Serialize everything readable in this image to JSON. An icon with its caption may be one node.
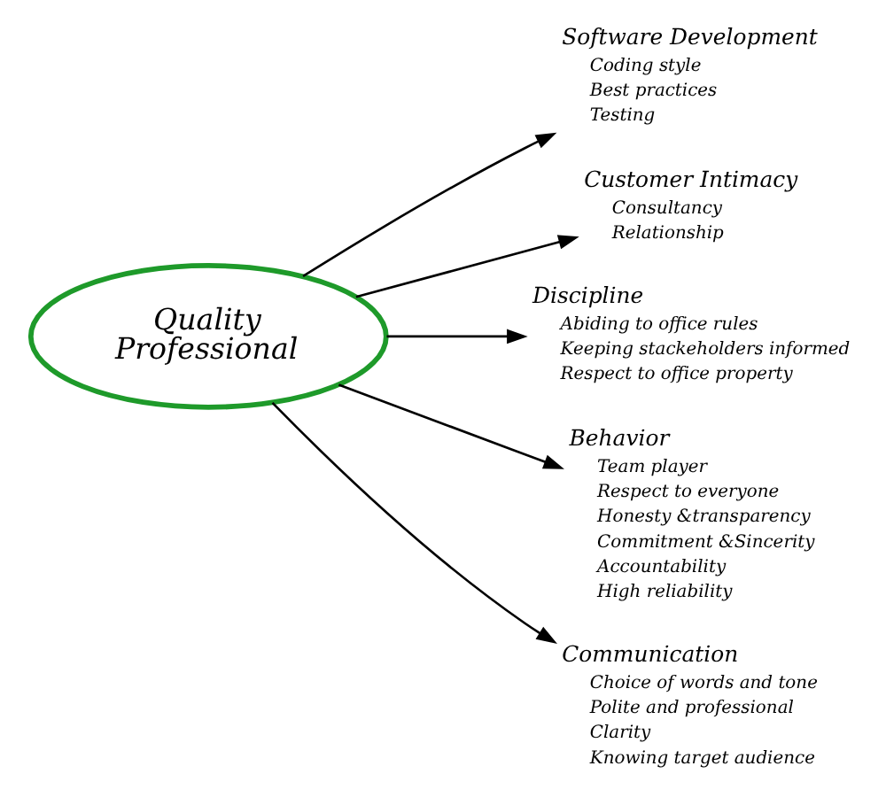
{
  "diagram": {
    "nodes": [
      {
        "text": [
          "Quality Professional"
        ]
      },
      {
        "text": [
          "Software Development",
          "Coding style",
          "Best practices",
          "Testing"
        ]
      },
      {
        "text": [
          "Customer Intimacy",
          "Consultancy",
          "Relationship"
        ]
      },
      {
        "text": [
          "Discipline",
          "Abiding to office rules",
          "Keeping stackeholders informed",
          "Respect to office property"
        ]
      },
      {
        "text": [
          "Behavior",
          "Team player",
          "Respect to everyone",
          "Honesty &transparency",
          "Commitment &Sincerity",
          "Accountability",
          "High reliability"
        ]
      },
      {
        "text": [
          "Communication",
          "Choice of words and tone",
          "Polite and professional",
          "Clarity",
          "Knowing target audience"
        ]
      }
    ],
    "edges": [
      {
        "from": 0,
        "to": 1,
        "arrow": "to"
      },
      {
        "from": 0,
        "to": 2,
        "arrow": "to"
      },
      {
        "from": 0,
        "to": 3,
        "arrow": "to"
      },
      {
        "from": 0,
        "to": 4,
        "arrow": "to"
      },
      {
        "from": 0,
        "to": 5,
        "arrow": "to"
      }
    ]
  }
}
